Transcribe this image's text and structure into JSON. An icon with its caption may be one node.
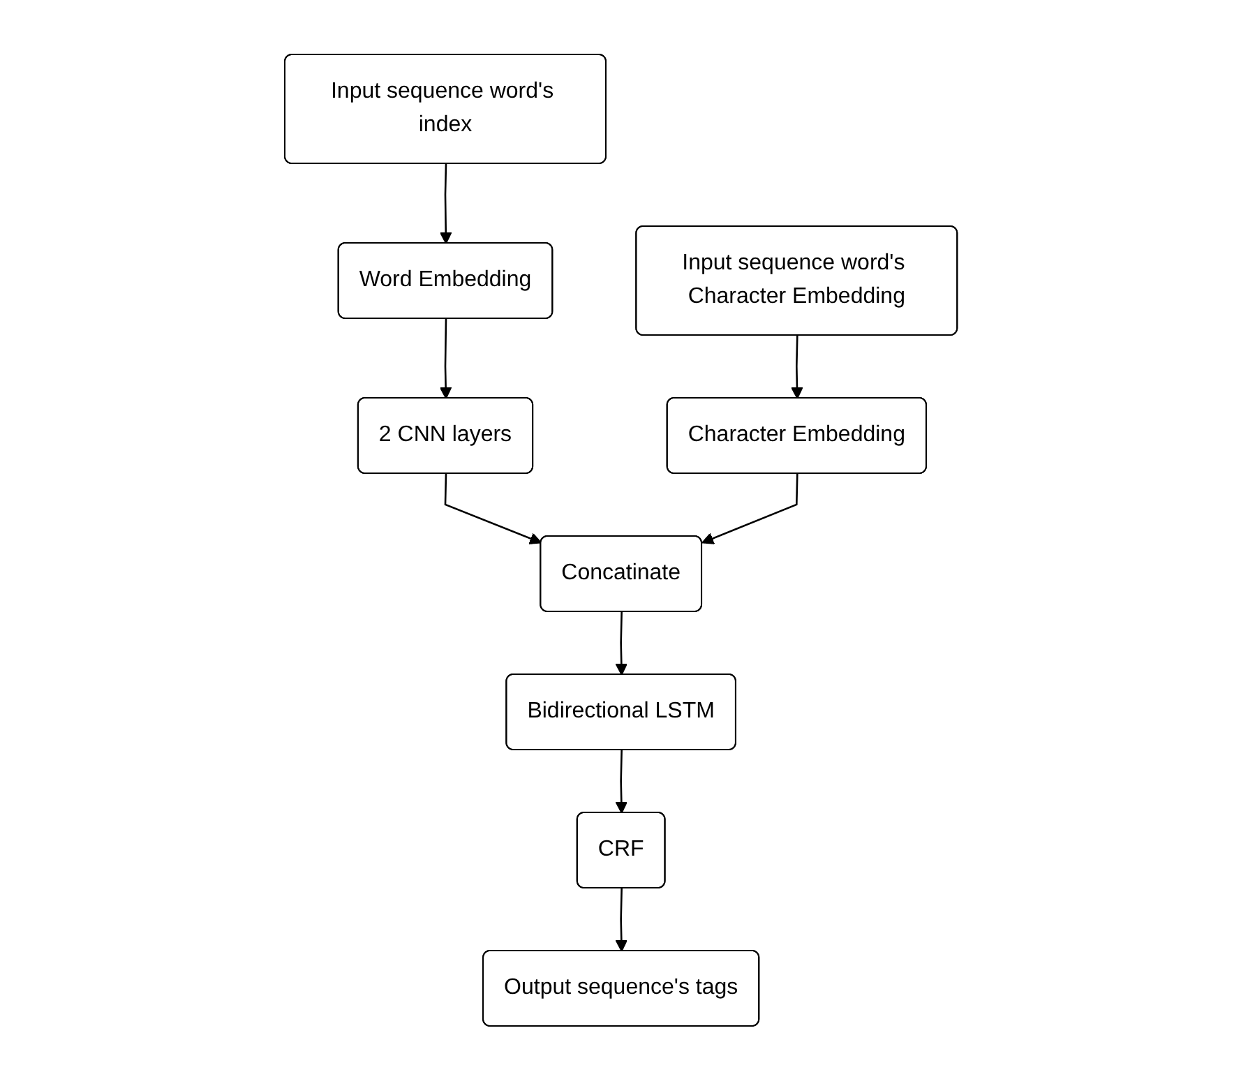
{
  "diagram": {
    "nodes": [
      {
        "text": [
          "Input sequence word's index"
        ]
      },
      {
        "text": [
          "Input sequence word's Character Embedding"
        ]
      },
      {
        "text": [
          "Word Embedding"
        ]
      },
      {
        "text": [
          "Character Embedding"
        ]
      },
      {
        "text": [
          "2 CNN layers"
        ]
      },
      {
        "text": [
          "Concatinate"
        ]
      },
      {
        "text": [
          "Bidirectional LSTM"
        ]
      },
      {
        "text": [
          "CRF"
        ]
      },
      {
        "text": [
          "Output sequence's tags"
        ]
      }
    ],
    "edges": [
      {
        "from": 0,
        "to": 2,
        "arrow": "to"
      },
      {
        "from": 1,
        "to": 3,
        "arrow": "to"
      },
      {
        "from": 2,
        "to": 4,
        "arrow": "to"
      },
      {
        "from": 4,
        "to": 5,
        "arrow": "to"
      },
      {
        "from": 3,
        "to": 5,
        "arrow": "to"
      },
      {
        "from": 5,
        "to": 6,
        "arrow": "to"
      },
      {
        "from": 6,
        "to": 7,
        "arrow": "to"
      },
      {
        "from": 7,
        "to": 8,
        "arrow": "to"
      }
    ]
  }
}
